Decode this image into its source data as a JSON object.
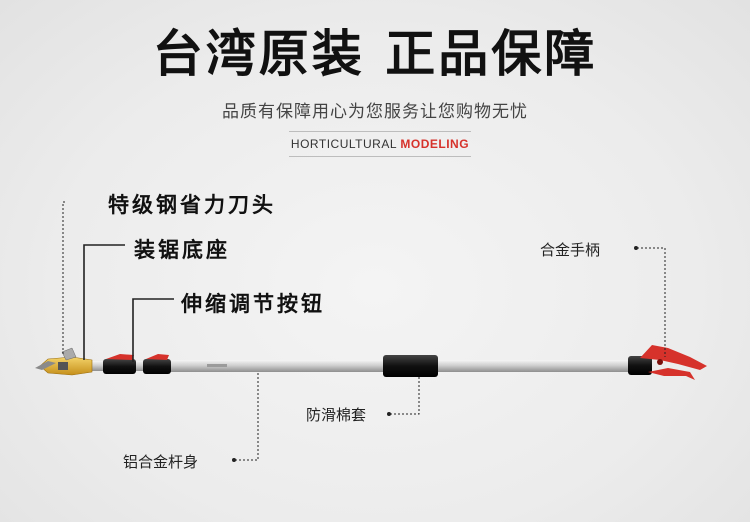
{
  "title": "台湾原装  正品保障",
  "subtitle": "品质有保障用心为您服务让您购物无忧",
  "tag": {
    "part1": "HORTICULTURAL ",
    "part2": "MODELING"
  },
  "labels": {
    "blade": "特级钢省力刀头",
    "saw_base": "装锯底座",
    "button": "伸缩调节按钮",
    "handle": "合金手柄",
    "grip": "防滑棉套",
    "pole": "铝合金杆身"
  },
  "colors": {
    "accent": "#d6322b",
    "pole": "#c9c9c9",
    "grip": "#111111"
  }
}
